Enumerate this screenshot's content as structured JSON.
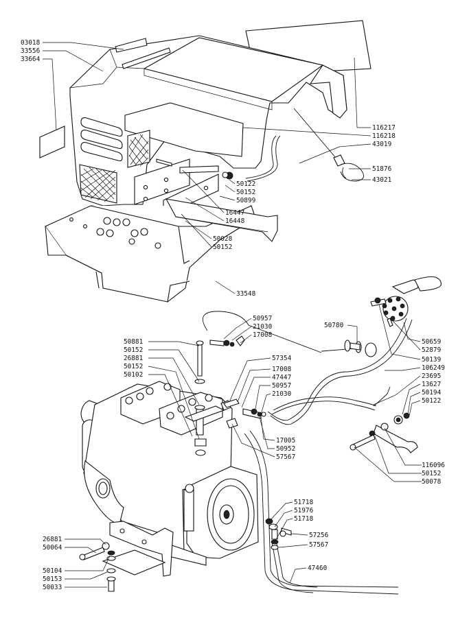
{
  "labels": {
    "l03018": "03018",
    "l33556": "33556",
    "l33664": "33664",
    "l116217": "116217",
    "l116218": "116218",
    "l43019": "43019",
    "l51876": "51876",
    "l43021": "43021",
    "l50122a": "50122",
    "l50152a": "50152",
    "l50899": "50899",
    "l16447": "16447",
    "l16448": "16448",
    "l50028": "50028",
    "l50152b": "50152",
    "l33548": "33548",
    "l50957a": "50957",
    "l21030a": "21030",
    "l17008a": "17008",
    "l50780": "50780",
    "l50659": "50659",
    "l52879": "52879",
    "l50139": "50139",
    "l106249": "106249",
    "l23695": "23695",
    "l13627": "13627",
    "l50194": "50194",
    "l50122b": "50122",
    "l50881": "50881",
    "l50152c": "50152",
    "l26881a": "26881",
    "l50152d": "50152",
    "l50102": "50102",
    "l57354": "57354",
    "l17008b": "17008",
    "l47447": "47447",
    "l50957b": "50957",
    "l21030b": "21030",
    "l17005": "17005",
    "l50952": "50952",
    "l57567a": "57567",
    "l116096": "116096",
    "l50152e": "50152",
    "l50078": "50078",
    "l51718a": "51718",
    "l51976": "51976",
    "l51718b": "51718",
    "l57256": "57256",
    "l57567b": "57567",
    "l47460": "47460",
    "l26881b": "26881",
    "l50064": "50064",
    "l50104": "50104",
    "l50153": "50153",
    "l50033": "50033"
  }
}
